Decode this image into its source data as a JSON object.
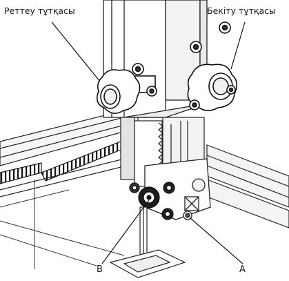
{
  "labels": {
    "adjust_knob": "Реттеу тұтқасы",
    "lock_knob": "Бекіту тұтқасы",
    "point_b": "B",
    "point_a": "A"
  }
}
